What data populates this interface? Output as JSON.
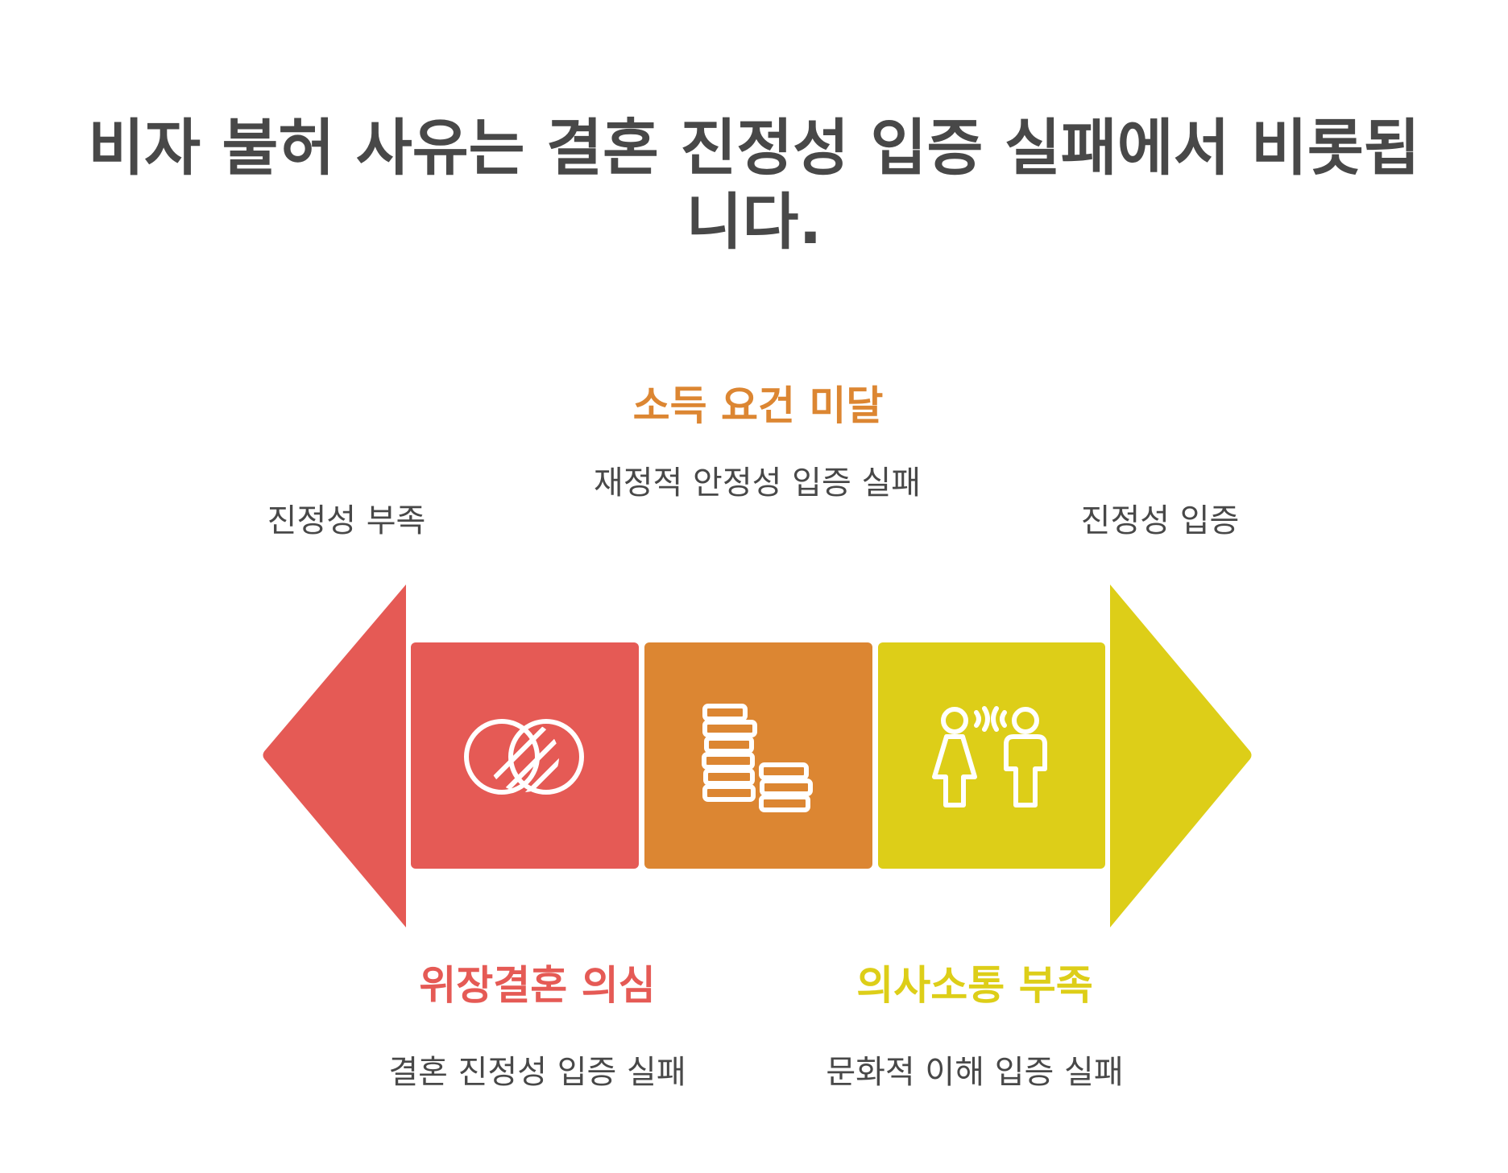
{
  "title": "비자 불허 사유는 결혼 진정성 입증 실패에서 비롯됩니다.",
  "colors": {
    "red": "#E55A55",
    "orange": "#DC8632",
    "yellow": "#DDCE18",
    "text": "#484848"
  },
  "ends": {
    "left": {
      "label": "진정성 부족"
    },
    "right": {
      "label": "진정성 입증"
    }
  },
  "segments": [
    {
      "title": "위장결혼 의심",
      "desc": "결혼 진정성 입증 실패",
      "icon": "overlapping-circles-icon"
    },
    {
      "title": "소득 요건 미달",
      "desc": "재정적 안정성 입증 실패",
      "icon": "coin-stacks-icon"
    },
    {
      "title": "의사소통 부족",
      "desc": "문화적 이해 입증 실패",
      "icon": "people-talking-icon"
    }
  ]
}
